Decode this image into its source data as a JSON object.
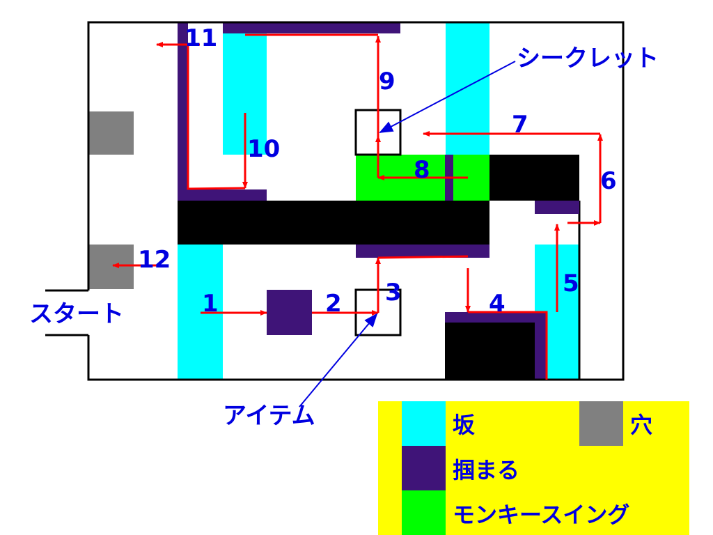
{
  "colors": {
    "slope": "#00ffff",
    "hole": "#808080",
    "grab": "#3f1478",
    "monkey_swing": "#00ff00",
    "wall": "#000000",
    "route": "#ff0000",
    "label": "#0000e0",
    "legend_bg": "#ffff00"
  },
  "labels": {
    "start": "スタート",
    "secret": "シークレット",
    "item": "アイテム"
  },
  "steps": [
    "1",
    "2",
    "3",
    "4",
    "5",
    "6",
    "7",
    "8",
    "9",
    "10",
    "11",
    "12"
  ],
  "legend": {
    "slope": "坂",
    "hole": "穴",
    "grab": "掴まる",
    "monkey_swing": "モンキースイング"
  }
}
